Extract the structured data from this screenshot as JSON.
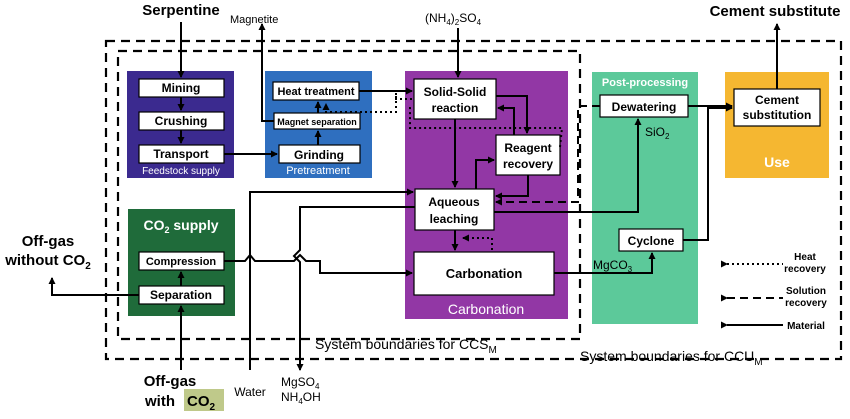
{
  "inputs": {
    "serpentine": "Serpentine",
    "magnetite": "Magnetite",
    "ammonium_sulfate_base": "(NH",
    "ammonium_sulfate_sub": "4",
    "ammonium_sulfate_tail": ")",
    "ammonium_sulfate_sub2": "2",
    "ammonium_sulfate_end": "SO",
    "ammonium_sulfate_sub3": "4",
    "offgas_in_line1": "Off-gas",
    "offgas_in_line2": "with",
    "offgas_in_co2": "CO",
    "offgas_in_co2_sub": "2",
    "offgas_out_line1": "Off-gas",
    "offgas_out_line2": "without CO",
    "offgas_out_sub": "2",
    "water": "Water",
    "mgso4": "MgSO",
    "mgso4_sub": "4",
    "nh4oh": "NH",
    "nh4oh_sub": "4",
    "nh4oh_tail": "OH",
    "cement_substitute": "Cement substitute"
  },
  "feedstock": {
    "title": "Feedstock supply",
    "mining": "Mining",
    "crushing": "Crushing",
    "transport": "Transport",
    "color": "#3b2a8f"
  },
  "pretreatment": {
    "title": "Pretreatment",
    "heat_treatment": "Heat treatment",
    "magnet_separation": "Magnet separation",
    "grinding": "Grinding",
    "color": "#2f6fbf"
  },
  "carbonation_group": {
    "title": "Carbonation",
    "solid_solid_1": "Solid-Solid",
    "solid_solid_2": "reaction",
    "reagent_1": "Reagent",
    "reagent_2": "recovery",
    "aqueous_1": "Aqueous",
    "aqueous_2": "leaching",
    "carbonation": "Carbonation",
    "color": "#9237a5"
  },
  "co2_supply": {
    "title": "CO",
    "title_sub": "2",
    "title_tail": " supply",
    "compression": "Compression",
    "separation": "Separation",
    "color": "#1f6b3a"
  },
  "post_processing": {
    "title": "Post-processing",
    "dewatering": "Dewatering",
    "cyclone": "Cyclone",
    "sio2": "SiO",
    "sio2_sub": "2",
    "mgco3": "MgCO",
    "mgco3_sub": "3",
    "color": "#5cc99a"
  },
  "use": {
    "title": "Use",
    "cement_1": "Cement",
    "cement_2": "substitution",
    "color": "#f5b731"
  },
  "boundaries": {
    "ccs": "System boundaries for CCS",
    "ccs_sub": "M",
    "ccu": "System boundaries for CCU",
    "ccu_sub": "M"
  },
  "legend": {
    "heat_1": "Heat",
    "heat_2": "recovery",
    "solution_1": "Solution",
    "solution_2": "recovery",
    "material": "Material"
  }
}
